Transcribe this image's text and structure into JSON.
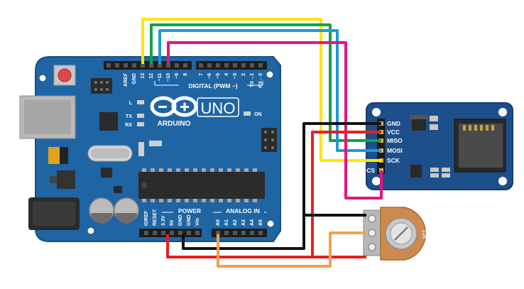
{
  "arduino": {
    "brand": "ARDUINO",
    "model": "UNO",
    "digital_header": "DIGITAL (PWM ~)",
    "power_header": "POWER",
    "analog_header": "ANALOG IN",
    "digital_pins": [
      "AREF",
      "GND",
      "13",
      "12",
      "~11",
      "~10",
      "~9",
      "8",
      "7",
      "~6",
      "~5",
      "4",
      "~3",
      "2",
      "TX→1",
      "RX←0"
    ],
    "power_pins": [
      "IOREF",
      "RESET",
      "3.3V",
      "5V",
      "GND",
      "GND",
      "Vin"
    ],
    "analog_pins": [
      "A0",
      "A1",
      "A2",
      "A3",
      "A4",
      "A5"
    ],
    "led_labels": {
      "l": "L",
      "tx": "TX",
      "rx": "RX",
      "on": "ON"
    }
  },
  "sd_module": {
    "pins": [
      "GND",
      "VCC",
      "MISO",
      "MOSI",
      "SCK",
      "CS"
    ]
  },
  "potentiometer": {
    "value_label": "10K"
  },
  "colors": {
    "board": "#1f65a4",
    "board_dark": "#184f82",
    "wire_yellow": "#ffe600",
    "wire_green": "#11a24a",
    "wire_blue": "#1e98d4",
    "wire_magenta": "#e4157f",
    "wire_black": "#111111",
    "wire_red": "#e62020",
    "wire_orange": "#f5a04c",
    "pot_body": "#cd8a4e"
  }
}
